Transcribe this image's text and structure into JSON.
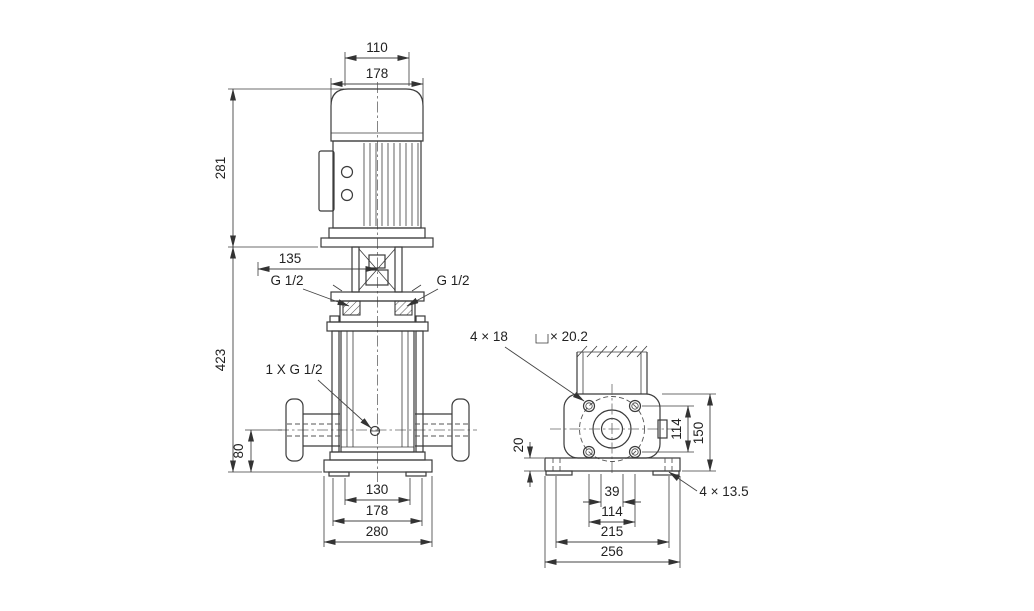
{
  "drawing": {
    "kind": "pump-dimensional-drawing",
    "views": {
      "front": {
        "d110": "110",
        "d178_top": "178",
        "d281": "281",
        "d135": "135",
        "g12_left": "G 1/2",
        "g12_right": "G 1/2",
        "d423": "423",
        "drain": "1 X G 1/2",
        "d80": "80",
        "d130": "130",
        "d178_bottom": "178",
        "d280": "280"
      },
      "side": {
        "flange_holes": "4 × 18",
        "flange_counterbore": "× 20.2",
        "d20": "20",
        "d114_v": "114",
        "d150": "150",
        "d39": "39",
        "d114_h": "114",
        "d215": "215",
        "d256": "256",
        "base_holes": "4 × 13.5"
      }
    }
  }
}
